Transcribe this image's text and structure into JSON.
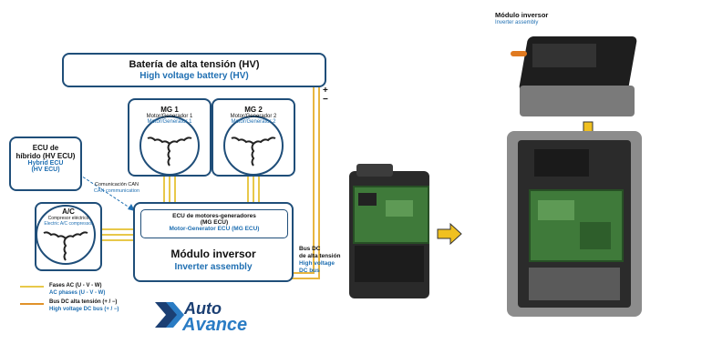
{
  "colors": {
    "box_border": "#1f4e79",
    "accent_blue": "#1f6fb2",
    "ac_phase": "#e8c84a",
    "dc_bus": "#e0922a",
    "arrow_yellow": "#f0c020",
    "logo_dark": "#1b3f73",
    "logo_light": "#2a7cc4"
  },
  "battery": {
    "title_es": "Batería de alta tensión (HV)",
    "title_en": "High voltage battery (HV)",
    "plus": "+",
    "minus": "−"
  },
  "mg1": {
    "title": "MG 1",
    "sub_es": "Motor/Generador 1",
    "sub_en": "Motor/Generator 1"
  },
  "mg2": {
    "title": "MG 2",
    "sub_es": "Motor/Generador 2",
    "sub_en": "Motor/Generator 2"
  },
  "hybrid_ecu": {
    "line1": "ECU de",
    "line2": "híbrido (HV ECU)",
    "en1": "Hybrid ECU",
    "en2": "(HV ECU)"
  },
  "can": {
    "es": "Comunicación CAN",
    "en": "CAN communication"
  },
  "ac": {
    "title": "A/C",
    "sub_es": "Compresor eléctrico",
    "sub_en": "Electric A/C compressor"
  },
  "mg_ecu": {
    "es1": "ECU de motores-generadores",
    "es2": "(MG ECU)",
    "en": "Motor-Generator ECU (MG ECU)"
  },
  "inverter": {
    "title_es": "Módulo inversor",
    "title_en": "Inverter assembly"
  },
  "dc_bus_label": {
    "es1": "Bus DC",
    "es2": "de alta tensión",
    "en1": "High voltage",
    "en2": "DC bus"
  },
  "legend": {
    "ac_es": "Fases AC (U - V - W)",
    "ac_en": "AC phases (U - V - W)",
    "dc_es": "Bus DC alta tensión (+ / −)",
    "dc_en": "High voltage DC bus (+ / −)"
  },
  "logo": {
    "word1": "Auto",
    "word2": "Avance"
  },
  "photo_top": {
    "title_es": "Módulo inversor",
    "title_en": "Inverter assembly"
  }
}
